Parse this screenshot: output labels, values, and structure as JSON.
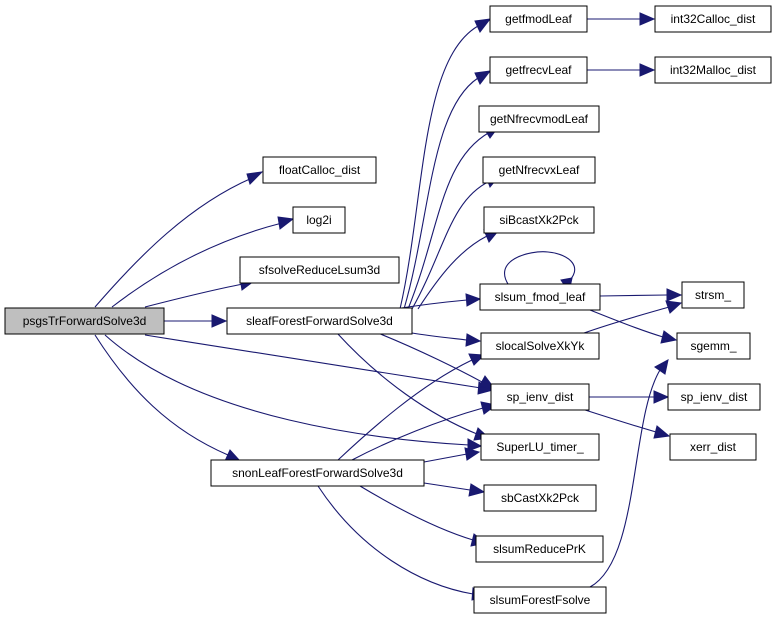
{
  "graph": {
    "nodes": {
      "root": "psgsTrForwardSolve3d",
      "floatCalloc": "floatCalloc_dist",
      "log2i": "log2i",
      "sfsolveReduce": "sfsolveReduceLsum3d",
      "sleafForest": "sleafForestForwardSolve3d",
      "snonLeafForest": "snonLeafForestForwardSolve3d",
      "getfmodLeaf": "getfmodLeaf",
      "getfrecvLeaf": "getfrecvLeaf",
      "getNfrecvmodLeaf": "getNfrecvmodLeaf",
      "getNfrecvxLeaf": "getNfrecvxLeaf",
      "siBcast": "siBcastXk2Pck",
      "slsumFmodLeaf": "slsum_fmod_leaf",
      "slocalSolve": "slocalSolveXkYk",
      "spIenvDist": "sp_ienv_dist",
      "superluTimer": "SuperLU_timer_",
      "sbCast": "sbCastXk2Pck",
      "slsumReduce": "slsumReducePrK",
      "slsumForest": "slsumForestFsolve",
      "int32Calloc": "int32Calloc_dist",
      "int32Malloc": "int32Malloc_dist",
      "strsm": "strsm_",
      "sgemm": "sgemm_",
      "spIenv": "sp_ienv_dist",
      "xerrDist": "xerr_dist"
    }
  }
}
